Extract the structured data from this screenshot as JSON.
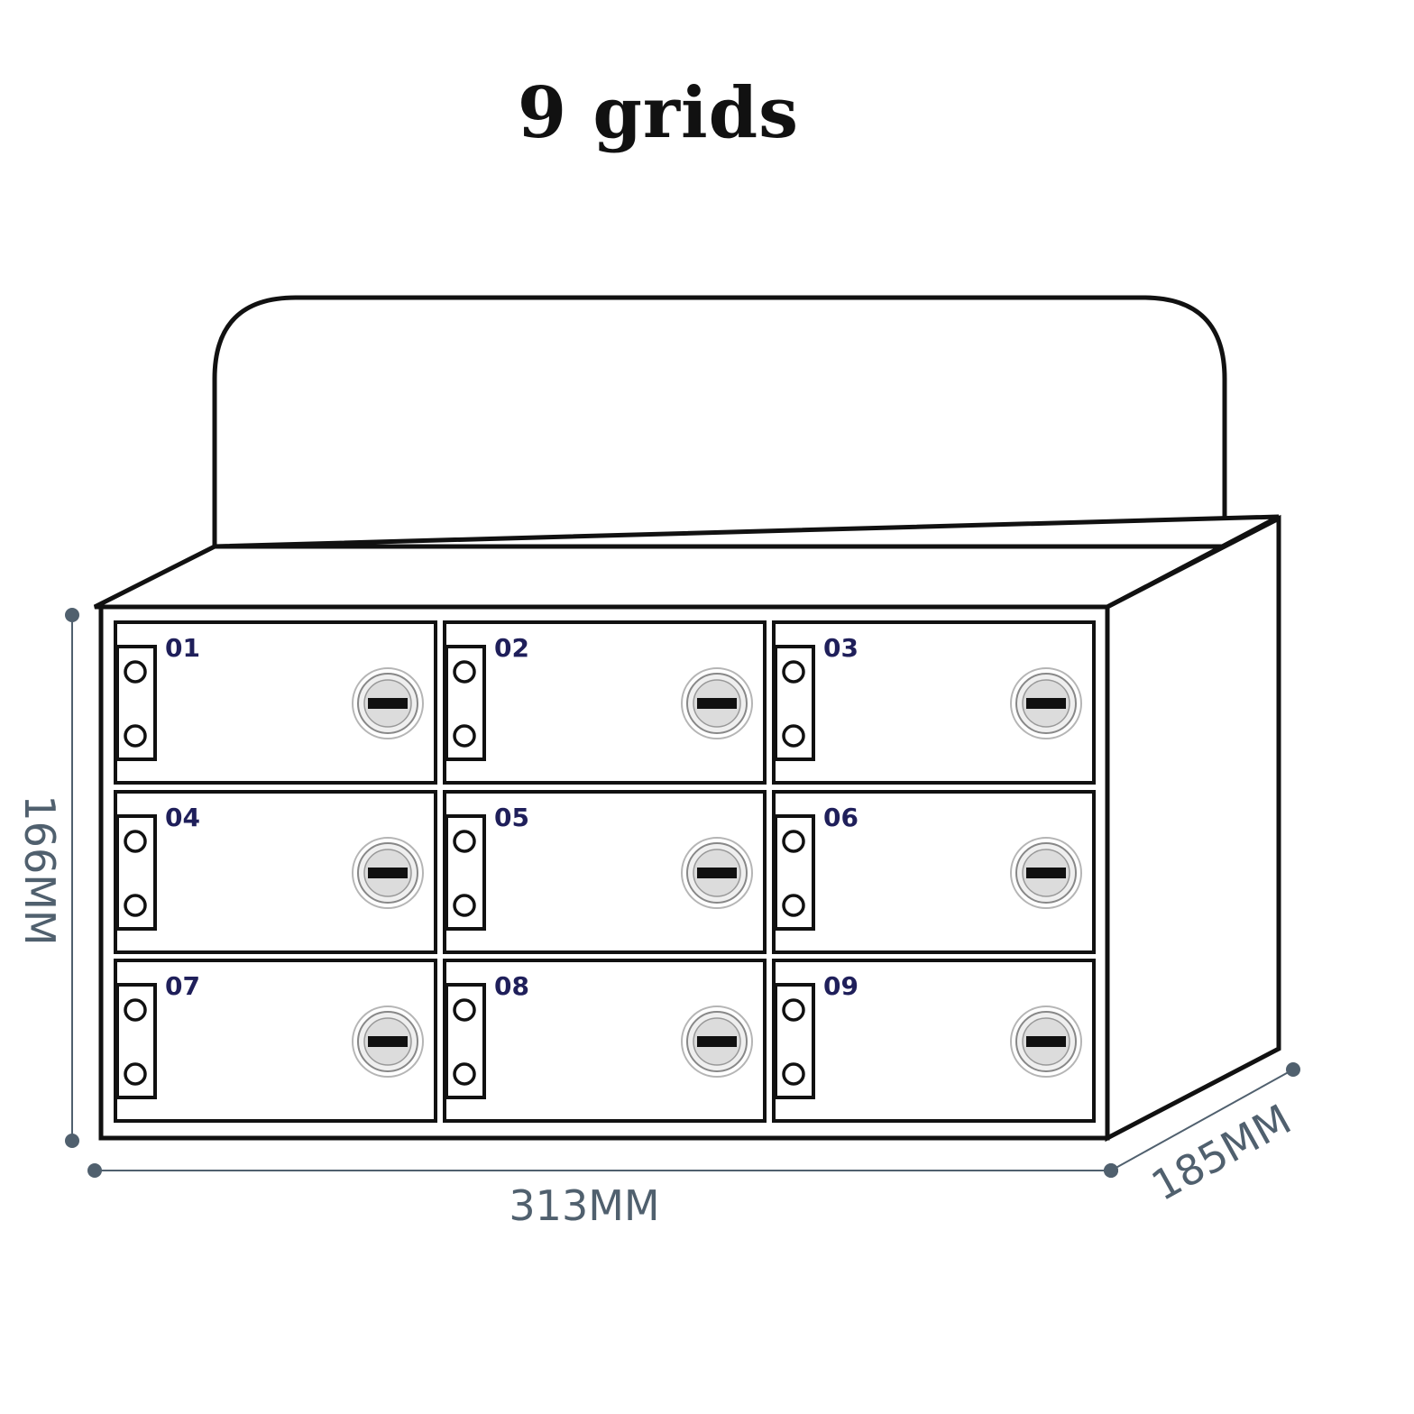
{
  "title": "9 grids",
  "lockers": [
    "01",
    "02",
    "03",
    "04",
    "05",
    "06",
    "07",
    "08",
    "09"
  ],
  "dimensions": {
    "width": "313MM",
    "height": "166MM",
    "depth": "185MM"
  },
  "colors": {
    "outline": "#111111",
    "dimension": "#50606e",
    "number": "#1f1f5a"
  }
}
